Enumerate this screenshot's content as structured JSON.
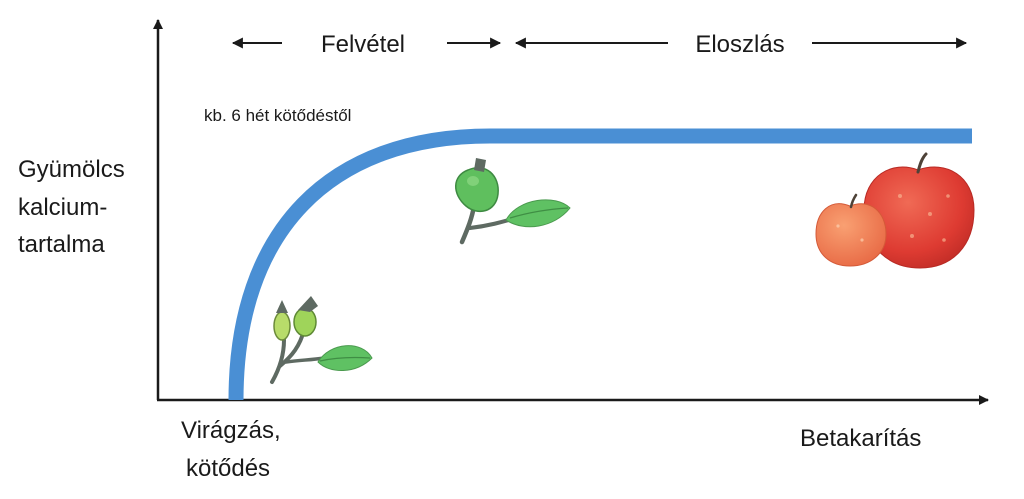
{
  "y_axis_label": [
    "Gyümölcs",
    "kalcium-",
    "tartalma"
  ],
  "x_axis_start_label": [
    "Virágzás,",
    "kötődés"
  ],
  "x_axis_end_label": "Betakarítás",
  "phase_uptake": "Felvétel",
  "phase_distribution": "Eloszlás",
  "annotation": "kb. 6 hét kötődéstől",
  "colors": {
    "curve": "#4a8fd4",
    "axis": "#1a1a1a",
    "leaf": "#5fc163",
    "fruitlet": "#9fd45a",
    "apple_large": "#e0433a",
    "apple_small": "#ef7d52"
  },
  "icons": [
    "fruitlet-cluster-icon",
    "young-fruit-icon",
    "apples-icon"
  ]
}
